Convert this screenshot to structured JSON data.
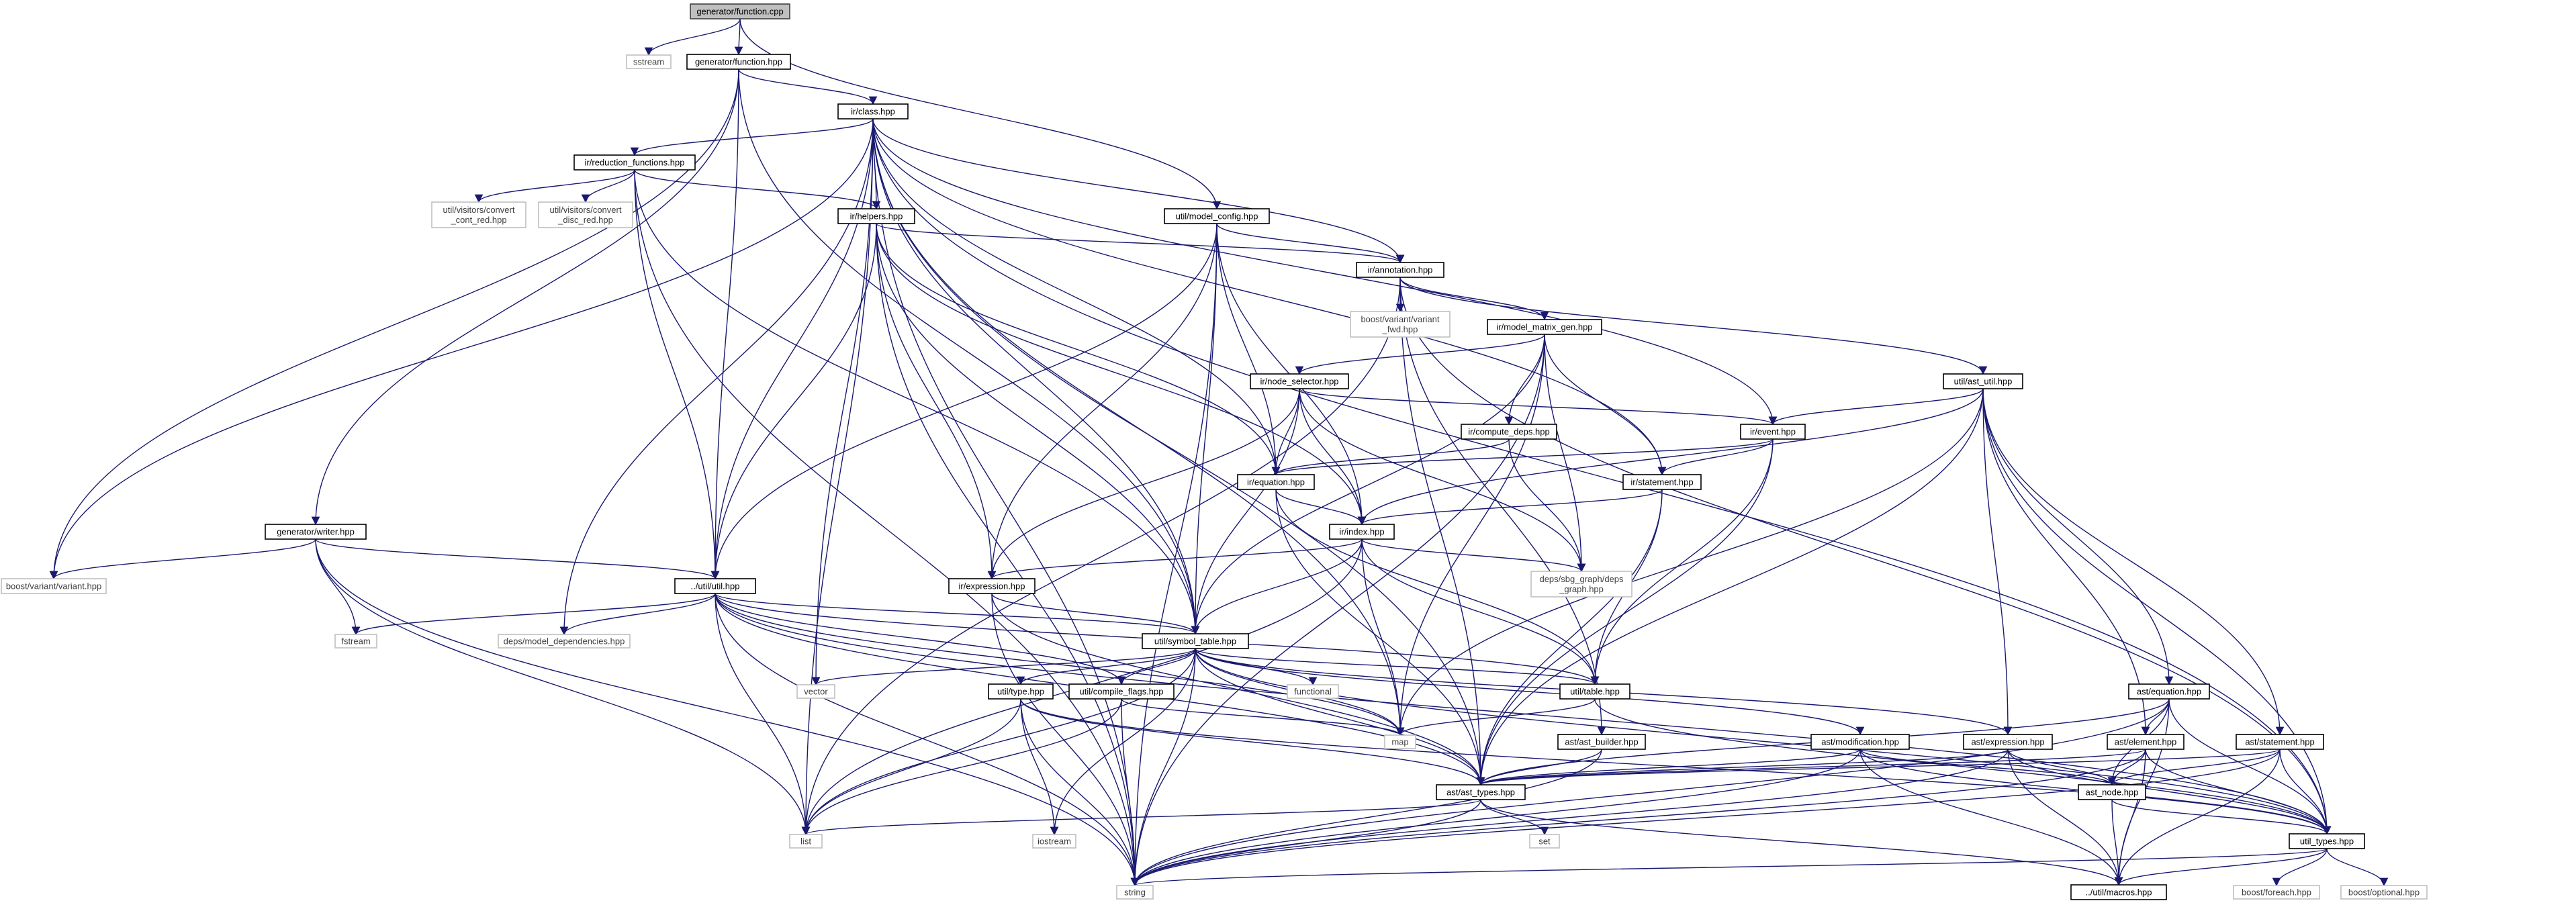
{
  "graph": {
    "root": "generator/function.cpp",
    "colors": {
      "edge": "#191970",
      "root_fill": "#bfbfbf",
      "doc_border": "#000000",
      "external_border": "#bfbfbf"
    },
    "nodes": [
      {
        "id": "gfcpp",
        "label": "generator/function.cpp",
        "kind": "main"
      },
      {
        "id": "sstream",
        "label": "sstream",
        "kind": "ext"
      },
      {
        "id": "gfhpp",
        "label": "generator/function.hpp",
        "kind": "doc"
      },
      {
        "id": "class",
        "label": "ir/class.hpp",
        "kind": "doc"
      },
      {
        "id": "redfun",
        "label": "ir/reduction_functions.hpp",
        "kind": "doc"
      },
      {
        "id": "convcont",
        "label": "util/visitors/convert\n_cont_red.hpp",
        "kind": "ext"
      },
      {
        "id": "convdisc",
        "label": "util/visitors/convert\n_disc_red.hpp",
        "kind": "ext"
      },
      {
        "id": "helpers",
        "label": "ir/helpers.hpp",
        "kind": "doc"
      },
      {
        "id": "modelcfg",
        "label": "util/model_config.hpp",
        "kind": "doc"
      },
      {
        "id": "annot",
        "label": "ir/annotation.hpp",
        "kind": "doc"
      },
      {
        "id": "variantfwd",
        "label": "boost/variant/variant\n_fwd.hpp",
        "kind": "ext"
      },
      {
        "id": "mmgen",
        "label": "ir/model_matrix_gen.hpp",
        "kind": "doc"
      },
      {
        "id": "astutil",
        "label": "util/ast_util.hpp",
        "kind": "doc"
      },
      {
        "id": "nodesel",
        "label": "ir/node_selector.hpp",
        "kind": "doc"
      },
      {
        "id": "compdeps",
        "label": "ir/compute_deps.hpp",
        "kind": "doc"
      },
      {
        "id": "event",
        "label": "ir/event.hpp",
        "kind": "doc"
      },
      {
        "id": "equation",
        "label": "ir/equation.hpp",
        "kind": "doc"
      },
      {
        "id": "statement",
        "label": "ir/statement.hpp",
        "kind": "doc"
      },
      {
        "id": "index",
        "label": "ir/index.hpp",
        "kind": "doc"
      },
      {
        "id": "depsgraph",
        "label": "deps/sbg_graph/deps\n_graph.hpp",
        "kind": "ext"
      },
      {
        "id": "writer",
        "label": "generator/writer.hpp",
        "kind": "doc"
      },
      {
        "id": "variant",
        "label": "boost/variant/variant.hpp",
        "kind": "ext"
      },
      {
        "id": "utilhpp",
        "label": "../util/util.hpp",
        "kind": "doc"
      },
      {
        "id": "fstream",
        "label": "fstream",
        "kind": "ext"
      },
      {
        "id": "modeldeps",
        "label": "deps/model_dependencies.hpp",
        "kind": "ext"
      },
      {
        "id": "irexpr",
        "label": "ir/expression.hpp",
        "kind": "doc"
      },
      {
        "id": "symtab",
        "label": "util/symbol_table.hpp",
        "kind": "doc"
      },
      {
        "id": "vector",
        "label": "vector",
        "kind": "ext"
      },
      {
        "id": "functional",
        "label": "functional",
        "kind": "ext"
      },
      {
        "id": "table",
        "label": "util/table.hpp",
        "kind": "doc"
      },
      {
        "id": "type",
        "label": "util/type.hpp",
        "kind": "doc"
      },
      {
        "id": "compflags",
        "label": "util/compile_flags.hpp",
        "kind": "doc"
      },
      {
        "id": "map",
        "label": "map",
        "kind": "ext"
      },
      {
        "id": "astbuilder",
        "label": "ast/ast_builder.hpp",
        "kind": "doc"
      },
      {
        "id": "astmod",
        "label": "ast/modification.hpp",
        "kind": "doc"
      },
      {
        "id": "astexpr",
        "label": "ast/expression.hpp",
        "kind": "doc"
      },
      {
        "id": "asteq",
        "label": "ast/equation.hpp",
        "kind": "doc"
      },
      {
        "id": "astelem",
        "label": "ast/element.hpp",
        "kind": "doc"
      },
      {
        "id": "aststmt",
        "label": "ast/statement.hpp",
        "kind": "doc"
      },
      {
        "id": "asttypes",
        "label": "ast/ast_types.hpp",
        "kind": "doc"
      },
      {
        "id": "astnode",
        "label": "ast_node.hpp",
        "kind": "doc"
      },
      {
        "id": "utiltypes",
        "label": "util_types.hpp",
        "kind": "doc"
      },
      {
        "id": "list",
        "label": "list",
        "kind": "ext"
      },
      {
        "id": "iostream",
        "label": "iostream",
        "kind": "ext"
      },
      {
        "id": "set",
        "label": "set",
        "kind": "ext"
      },
      {
        "id": "string",
        "label": "string",
        "kind": "ext"
      },
      {
        "id": "macros",
        "label": "../util/macros.hpp",
        "kind": "doc"
      },
      {
        "id": "foreach",
        "label": "boost/foreach.hpp",
        "kind": "ext"
      },
      {
        "id": "optional",
        "label": "boost/optional.hpp",
        "kind": "ext"
      }
    ],
    "edges": [
      [
        "gfcpp",
        "sstream"
      ],
      [
        "gfcpp",
        "gfhpp"
      ],
      [
        "gfcpp",
        "modelcfg"
      ],
      [
        "gfhpp",
        "class"
      ],
      [
        "gfhpp",
        "writer"
      ],
      [
        "gfhpp",
        "utilhpp"
      ],
      [
        "gfhpp",
        "variant"
      ],
      [
        "gfhpp",
        "symtab"
      ],
      [
        "class",
        "redfun"
      ],
      [
        "class",
        "helpers"
      ],
      [
        "class",
        "annot"
      ],
      [
        "class",
        "event"
      ],
      [
        "class",
        "statement"
      ],
      [
        "class",
        "equation"
      ],
      [
        "class",
        "utilhpp"
      ],
      [
        "class",
        "symtab"
      ],
      [
        "class",
        "variant"
      ],
      [
        "class",
        "string"
      ],
      [
        "class",
        "list"
      ],
      [
        "class",
        "vector"
      ],
      [
        "class",
        "map"
      ],
      [
        "class",
        "modeldeps"
      ],
      [
        "class",
        "utiltypes"
      ],
      [
        "class",
        "asttypes"
      ],
      [
        "redfun",
        "convcont"
      ],
      [
        "redfun",
        "convdisc"
      ],
      [
        "redfun",
        "helpers"
      ],
      [
        "redfun",
        "utilhpp"
      ],
      [
        "redfun",
        "symtab"
      ],
      [
        "redfun",
        "string"
      ],
      [
        "helpers",
        "annot"
      ],
      [
        "helpers",
        "equation"
      ],
      [
        "helpers",
        "index"
      ],
      [
        "helpers",
        "irexpr"
      ],
      [
        "helpers",
        "utilhpp"
      ],
      [
        "helpers",
        "symtab"
      ],
      [
        "helpers",
        "string"
      ],
      [
        "modelcfg",
        "annot"
      ],
      [
        "modelcfg",
        "equation"
      ],
      [
        "modelcfg",
        "index"
      ],
      [
        "modelcfg",
        "irexpr"
      ],
      [
        "modelcfg",
        "utilhpp"
      ],
      [
        "modelcfg",
        "symtab"
      ],
      [
        "modelcfg",
        "string"
      ],
      [
        "annot",
        "variantfwd"
      ],
      [
        "annot",
        "mmgen"
      ],
      [
        "annot",
        "astutil"
      ],
      [
        "annot",
        "asttypes"
      ],
      [
        "annot",
        "utiltypes"
      ],
      [
        "annot",
        "list"
      ],
      [
        "annot",
        "astbuilder"
      ],
      [
        "mmgen",
        "nodesel"
      ],
      [
        "mmgen",
        "compdeps"
      ],
      [
        "mmgen",
        "statement"
      ],
      [
        "mmgen",
        "depsgraph"
      ],
      [
        "mmgen",
        "symtab"
      ],
      [
        "mmgen",
        "map"
      ],
      [
        "mmgen",
        "string"
      ],
      [
        "nodesel",
        "event"
      ],
      [
        "nodesel",
        "equation"
      ],
      [
        "nodesel",
        "index"
      ],
      [
        "nodesel",
        "depsgraph"
      ],
      [
        "nodesel",
        "symtab"
      ],
      [
        "nodesel",
        "irexpr"
      ],
      [
        "compdeps",
        "equation"
      ],
      [
        "compdeps",
        "depsgraph"
      ],
      [
        "astutil",
        "event"
      ],
      [
        "astutil",
        "index"
      ],
      [
        "astutil",
        "asteq"
      ],
      [
        "astutil",
        "aststmt"
      ],
      [
        "astutil",
        "astexpr"
      ],
      [
        "astutil",
        "asttypes"
      ],
      [
        "astutil",
        "utiltypes"
      ],
      [
        "astutil",
        "map"
      ],
      [
        "astutil",
        "astelem"
      ],
      [
        "event",
        "equation"
      ],
      [
        "event",
        "statement"
      ],
      [
        "event",
        "table"
      ],
      [
        "event",
        "asttypes"
      ],
      [
        "equation",
        "index"
      ],
      [
        "equation",
        "table"
      ],
      [
        "equation",
        "asttypes"
      ],
      [
        "statement",
        "index"
      ],
      [
        "statement",
        "table"
      ],
      [
        "statement",
        "asttypes"
      ],
      [
        "index",
        "irexpr"
      ],
      [
        "index",
        "depsgraph"
      ],
      [
        "index",
        "symtab"
      ],
      [
        "index",
        "table"
      ],
      [
        "index",
        "map"
      ],
      [
        "index",
        "list"
      ],
      [
        "writer",
        "variant"
      ],
      [
        "writer",
        "utilhpp"
      ],
      [
        "writer",
        "fstream"
      ],
      [
        "writer",
        "string"
      ],
      [
        "writer",
        "list"
      ],
      [
        "utilhpp",
        "modeldeps"
      ],
      [
        "utilhpp",
        "fstream"
      ],
      [
        "utilhpp",
        "symtab"
      ],
      [
        "utilhpp",
        "compflags"
      ],
      [
        "utilhpp",
        "table"
      ],
      [
        "utilhpp",
        "list"
      ],
      [
        "utilhpp",
        "string"
      ],
      [
        "utilhpp",
        "map"
      ],
      [
        "utilhpp",
        "asttypes"
      ],
      [
        "utilhpp",
        "utiltypes"
      ],
      [
        "irexpr",
        "symtab"
      ],
      [
        "irexpr",
        "asttypes"
      ],
      [
        "irexpr",
        "string"
      ],
      [
        "symtab",
        "vector"
      ],
      [
        "symtab",
        "functional"
      ],
      [
        "symtab",
        "table"
      ],
      [
        "symtab",
        "type"
      ],
      [
        "symtab",
        "compflags"
      ],
      [
        "symtab",
        "map"
      ],
      [
        "symtab",
        "asttypes"
      ],
      [
        "symtab",
        "astmod"
      ],
      [
        "symtab",
        "astexpr"
      ],
      [
        "symtab",
        "list"
      ],
      [
        "symtab",
        "iostream"
      ],
      [
        "symtab",
        "string"
      ],
      [
        "symtab",
        "utiltypes"
      ],
      [
        "table",
        "map"
      ],
      [
        "table",
        "utiltypes"
      ],
      [
        "type",
        "list"
      ],
      [
        "type",
        "iostream"
      ],
      [
        "type",
        "string"
      ],
      [
        "type",
        "asttypes"
      ],
      [
        "type",
        "utiltypes"
      ],
      [
        "compflags",
        "list"
      ],
      [
        "compflags",
        "map"
      ],
      [
        "compflags",
        "string"
      ],
      [
        "astbuilder",
        "asttypes"
      ],
      [
        "astbuilder",
        "string"
      ],
      [
        "astmod",
        "asttypes"
      ],
      [
        "astmod",
        "astnode"
      ],
      [
        "astmod",
        "utiltypes"
      ],
      [
        "astmod",
        "string"
      ],
      [
        "astmod",
        "macros"
      ],
      [
        "astexpr",
        "asttypes"
      ],
      [
        "astexpr",
        "astnode"
      ],
      [
        "astexpr",
        "utiltypes"
      ],
      [
        "astexpr",
        "string"
      ],
      [
        "astexpr",
        "macros"
      ],
      [
        "asteq",
        "astelem"
      ],
      [
        "asteq",
        "asttypes"
      ],
      [
        "asteq",
        "astnode"
      ],
      [
        "asteq",
        "utiltypes"
      ],
      [
        "asteq",
        "string"
      ],
      [
        "asteq",
        "macros"
      ],
      [
        "astelem",
        "asttypes"
      ],
      [
        "astelem",
        "astnode"
      ],
      [
        "astelem",
        "utiltypes"
      ],
      [
        "astelem",
        "string"
      ],
      [
        "astelem",
        "macros"
      ],
      [
        "aststmt",
        "asttypes"
      ],
      [
        "aststmt",
        "astnode"
      ],
      [
        "aststmt",
        "utiltypes"
      ],
      [
        "aststmt",
        "string"
      ],
      [
        "aststmt",
        "macros"
      ],
      [
        "asttypes",
        "list"
      ],
      [
        "asttypes",
        "set"
      ],
      [
        "asttypes",
        "string"
      ],
      [
        "asttypes",
        "macros"
      ],
      [
        "astnode",
        "utiltypes"
      ],
      [
        "astnode",
        "macros"
      ],
      [
        "utiltypes",
        "foreach"
      ],
      [
        "utiltypes",
        "optional"
      ],
      [
        "utiltypes",
        "string"
      ],
      [
        "utiltypes",
        "macros"
      ]
    ]
  }
}
